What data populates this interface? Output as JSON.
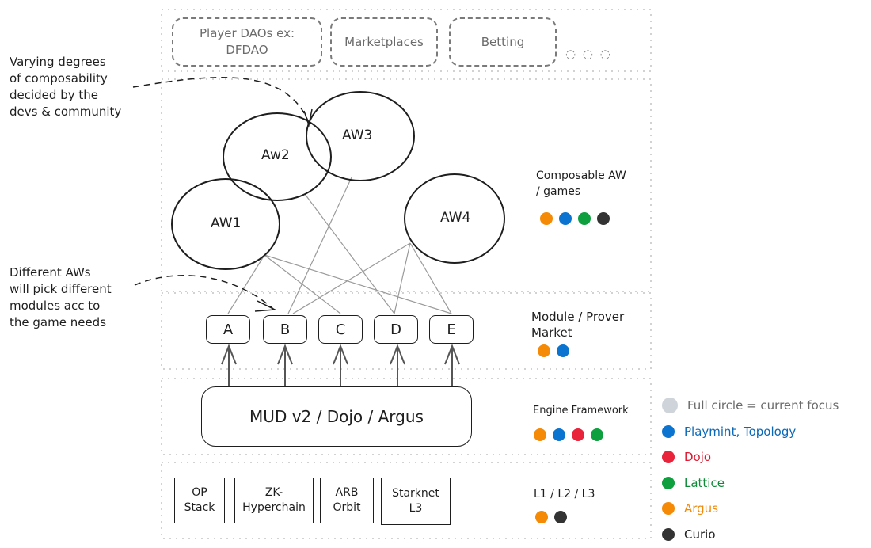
{
  "top_layer": {
    "boxes": [
      {
        "label": "Player DAOs ex:\nDFDAO"
      },
      {
        "label": "Marketplaces"
      },
      {
        "label": "Betting"
      }
    ],
    "more_indicator": "◌ ◌ ◌"
  },
  "annotations": {
    "composability_note": "Varying degrees\nof composability\ndecided by the\ndevs & community",
    "modules_note": "Different AWs\nwill pick different\nmodules acc to\nthe game needs"
  },
  "worlds": [
    {
      "label": "AW1"
    },
    {
      "label": "Aw2"
    },
    {
      "label": "AW3"
    },
    {
      "label": "AW4"
    }
  ],
  "modules": [
    "A",
    "B",
    "C",
    "D",
    "E"
  ],
  "engine": {
    "label": "MUD v2 / Dojo / Argus"
  },
  "chains": [
    {
      "label": "OP\nStack"
    },
    {
      "label": "ZK-\nHyperchain"
    },
    {
      "label": "ARB\nOrbit"
    },
    {
      "label": "Starknet\nL3"
    }
  ],
  "layer_labels": {
    "composable": {
      "label": "Composable AW\n/ games",
      "dots": [
        "orange",
        "blue",
        "green",
        "black"
      ]
    },
    "module_market": {
      "label": "Module / Prover\nMarket",
      "dots": [
        "orange",
        "blue"
      ]
    },
    "engine": {
      "label": "Engine Framework",
      "dots": [
        "orange",
        "blue",
        "red",
        "green"
      ]
    },
    "l123": {
      "label": "L1 / L2 / L3",
      "dots": [
        "orange",
        "black"
      ]
    }
  },
  "colors": {
    "orange": "#f58a07",
    "blue": "#0a74d0",
    "red": "#e8233a",
    "green": "#0e9f3e",
    "black": "#333333",
    "grey": "#ced4da"
  },
  "legend": [
    {
      "label": "Full circle = current focus",
      "color_key": "grey",
      "text_color": "#6b6b6b"
    },
    {
      "label": "Playmint, Topology",
      "color_key": "blue",
      "text_color": "#0a68b8"
    },
    {
      "label": "Dojo",
      "color_key": "red",
      "text_color": "#e0182f"
    },
    {
      "label": "Lattice",
      "color_key": "green",
      "text_color": "#0f8a38"
    },
    {
      "label": "Argus",
      "color_key": "orange",
      "text_color": "#f08a0b"
    },
    {
      "label": "Curio",
      "color_key": "black",
      "text_color": "#1e1e1e"
    }
  ]
}
